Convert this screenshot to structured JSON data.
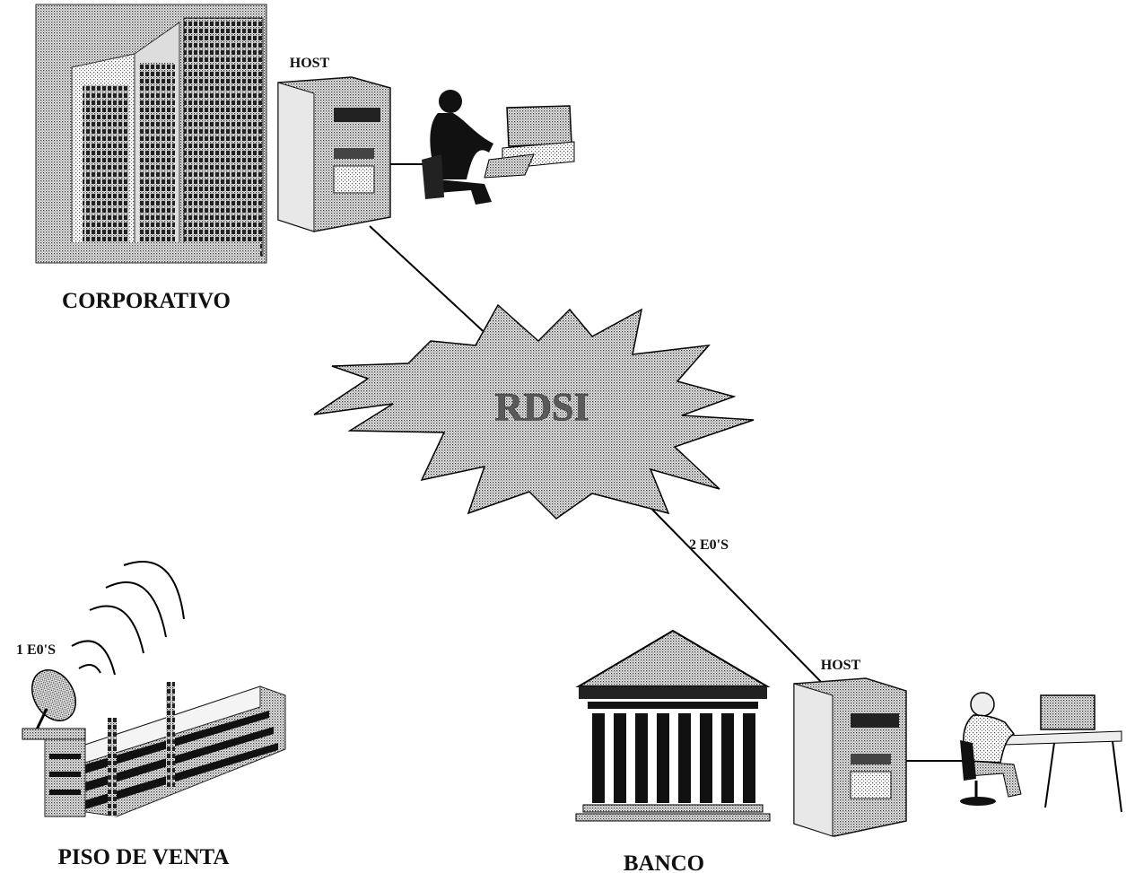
{
  "network": {
    "label": "RDSI"
  },
  "sites": {
    "corporativo": {
      "label": "CORPORATIVO",
      "host_label": "HOST"
    },
    "banco": {
      "label": "BANCO",
      "host_label": "HOST",
      "link_label": "2 E0'S"
    },
    "piso_venta": {
      "label": "PISO DE VENTA",
      "link_label": "1 E0'S"
    }
  }
}
